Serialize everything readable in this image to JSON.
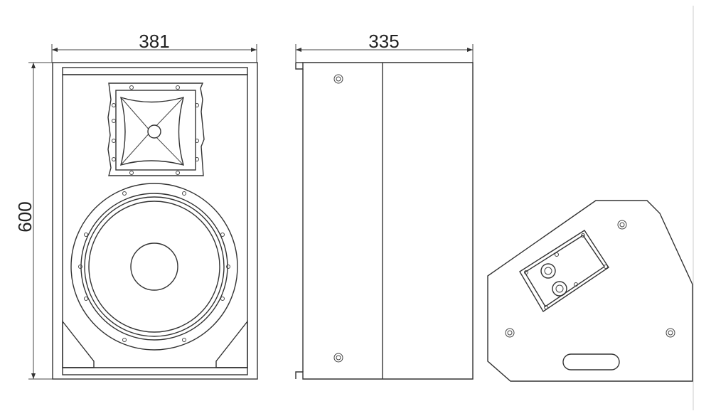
{
  "dimensions": {
    "front_width": "381",
    "side_depth": "335",
    "height": "600"
  },
  "views": [
    "front-view",
    "side-view",
    "rear-view"
  ],
  "colors": {
    "line": "#333333",
    "background": "#ffffff"
  }
}
